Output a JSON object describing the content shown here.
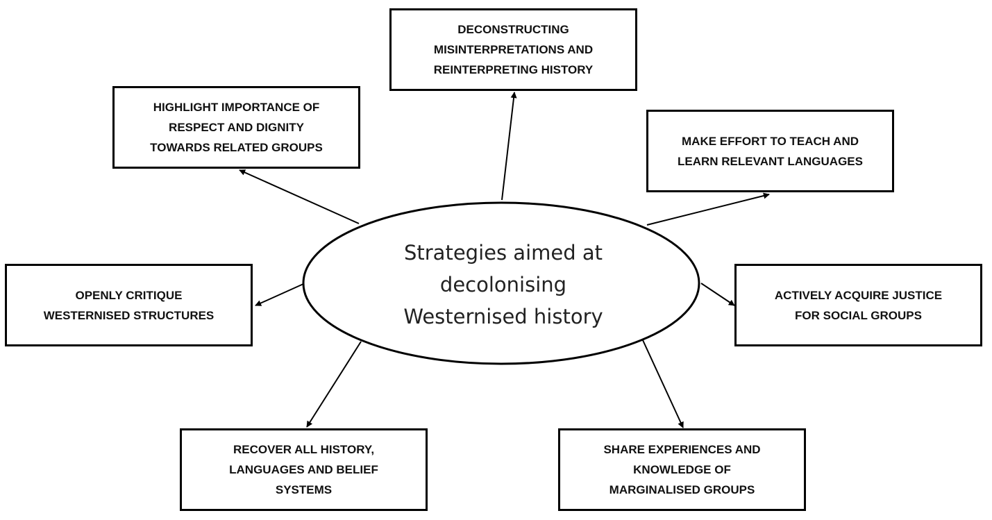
{
  "center": {
    "lines": [
      "Strategies aimed at",
      "decolonising",
      "Westernised history"
    ]
  },
  "boxes": {
    "deconstructing": {
      "lines": [
        "DECONSTRUCTING",
        "MISINTERPRETATIONS AND",
        "REINTERPRETING HISTORY"
      ]
    },
    "highlight": {
      "lines": [
        "HIGHLIGHT IMPORTANCE OF",
        "RESPECT AND DIGNITY",
        "TOWARDS RELATED GROUPS"
      ]
    },
    "languages": {
      "lines": [
        "MAKE EFFORT TO TEACH AND",
        "LEARN RELEVANT LANGUAGES"
      ]
    },
    "critique": {
      "lines": [
        "OPENLY CRITIQUE",
        "WESTERNISED STRUCTURES"
      ]
    },
    "justice": {
      "lines": [
        "ACTIVELY ACQUIRE JUSTICE",
        "FOR SOCIAL GROUPS"
      ]
    },
    "recover": {
      "lines": [
        "RECOVER ALL HISTORY,",
        "LANGUAGES AND BELIEF",
        "SYSTEMS"
      ]
    },
    "share": {
      "lines": [
        "SHARE EXPERIENCES AND",
        "KNOWLEDGE OF",
        "MARGINALISED GROUPS"
      ]
    }
  },
  "colors": {
    "stroke": "#000000",
    "background": "#ffffff",
    "text": "#111111"
  }
}
